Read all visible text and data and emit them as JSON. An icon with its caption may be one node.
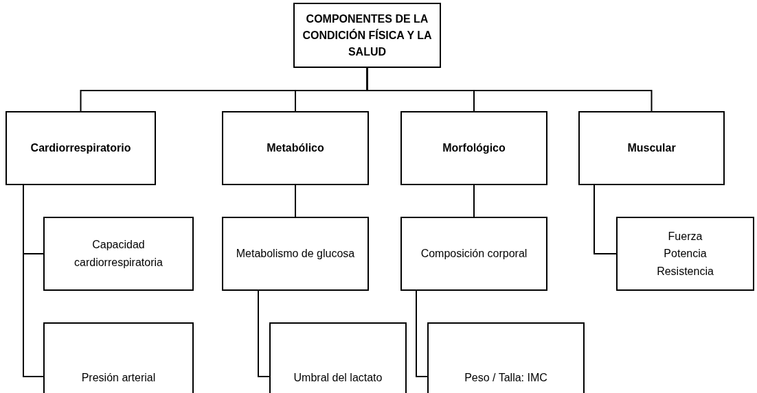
{
  "diagram": {
    "nodes": [
      {
        "text": [
          "COMPONENTES DE LA CONDICIÓN FÍSICA Y LA SALUD"
        ]
      },
      {
        "text": [
          "Cardiorrespiratorio"
        ]
      },
      {
        "text": [
          "Metabólico"
        ]
      },
      {
        "text": [
          "Morfológico"
        ]
      },
      {
        "text": [
          "Muscular"
        ]
      },
      {
        "text": [
          "Capacidad cardiorrespiratoria"
        ]
      },
      {
        "text": [
          "Presión arterial"
        ]
      },
      {
        "text": [
          "Metabolismo de glucosa"
        ]
      },
      {
        "text": [
          "Umbral del lactato"
        ]
      },
      {
        "text": [
          "Composición corporal"
        ]
      },
      {
        "text": [
          "Peso / Talla: IMC"
        ]
      },
      {
        "text": [
          "Fuerza",
          "Potencia",
          "Resistencia"
        ]
      }
    ],
    "edges": [
      {
        "from": 0,
        "to": 1,
        "arrow": "none"
      },
      {
        "from": 0,
        "to": 2,
        "arrow": "none"
      },
      {
        "from": 0,
        "to": 3,
        "arrow": "none"
      },
      {
        "from": 0,
        "to": 4,
        "arrow": "none"
      },
      {
        "from": 1,
        "to": 5,
        "arrow": "none"
      },
      {
        "from": 1,
        "to": 6,
        "arrow": "none"
      },
      {
        "from": 2,
        "to": 7,
        "arrow": "none"
      },
      {
        "from": 7,
        "to": 8,
        "arrow": "none"
      },
      {
        "from": 3,
        "to": 9,
        "arrow": "none"
      },
      {
        "from": 9,
        "to": 10,
        "arrow": "none"
      },
      {
        "from": 4,
        "to": 11,
        "arrow": "none"
      }
    ]
  }
}
